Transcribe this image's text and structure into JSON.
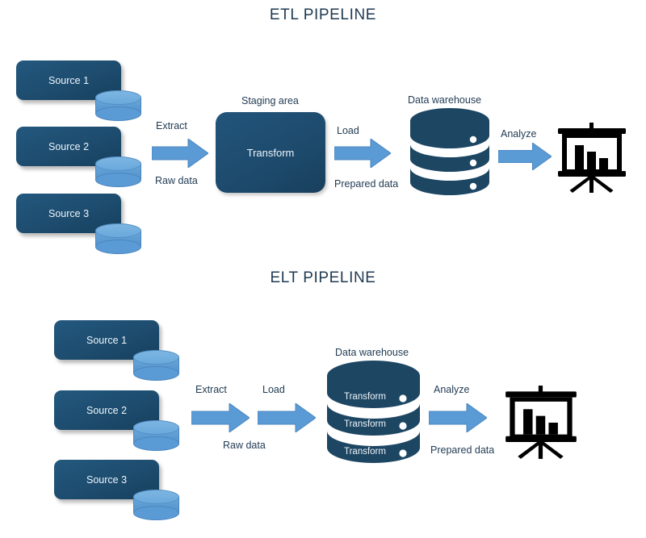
{
  "page": {
    "background": "#ffffff",
    "accent_dark": "#1d4c6e",
    "accent_light": "#5b9bd5",
    "text_color": "#1f3a52",
    "icon_black": "#000000"
  },
  "etl": {
    "title": "ETL PIPELINE",
    "sources": [
      {
        "label": "Source 1",
        "icon": "database-cylinder-icon"
      },
      {
        "label": "Source 2",
        "icon": "database-cylinder-icon"
      },
      {
        "label": "Source 3",
        "icon": "database-cylinder-icon"
      }
    ],
    "extract_arrow": {
      "icon": "right-arrow-icon",
      "top_label": "Extract",
      "bottom_label": "Raw data"
    },
    "staging": {
      "caption": "Staging area",
      "label": "Transform"
    },
    "load_arrow": {
      "icon": "right-arrow-icon",
      "top_label": "Load",
      "bottom_label": "Prepared data"
    },
    "warehouse": {
      "caption": "Data warehouse",
      "icon": "stacked-database-icon",
      "discs": [
        "",
        "",
        ""
      ]
    },
    "analyze_arrow": {
      "icon": "right-arrow-icon",
      "top_label": "Analyze",
      "bottom_label": ""
    },
    "presentation": {
      "icon": "presentation-chart-icon",
      "bars": [
        100,
        70,
        45
      ]
    }
  },
  "elt": {
    "title": "ELT PIPELINE",
    "sources": [
      {
        "label": "Source 1",
        "icon": "database-cylinder-icon"
      },
      {
        "label": "Source 2",
        "icon": "database-cylinder-icon"
      },
      {
        "label": "Source 3",
        "icon": "database-cylinder-icon"
      }
    ],
    "extract_arrow": {
      "icon": "right-arrow-icon",
      "top_label": "Extract"
    },
    "load_arrow": {
      "icon": "right-arrow-icon",
      "top_label": "Load"
    },
    "raw_data_label": "Raw data",
    "warehouse": {
      "caption": "Data warehouse",
      "icon": "stacked-database-icon",
      "discs": [
        "Transform",
        "Transform",
        "Transform"
      ]
    },
    "analyze_arrow": {
      "icon": "right-arrow-icon",
      "top_label": "Analyze",
      "bottom_label": "Prepared data"
    },
    "presentation": {
      "icon": "presentation-chart-icon",
      "bars": [
        100,
        70,
        45
      ]
    }
  }
}
